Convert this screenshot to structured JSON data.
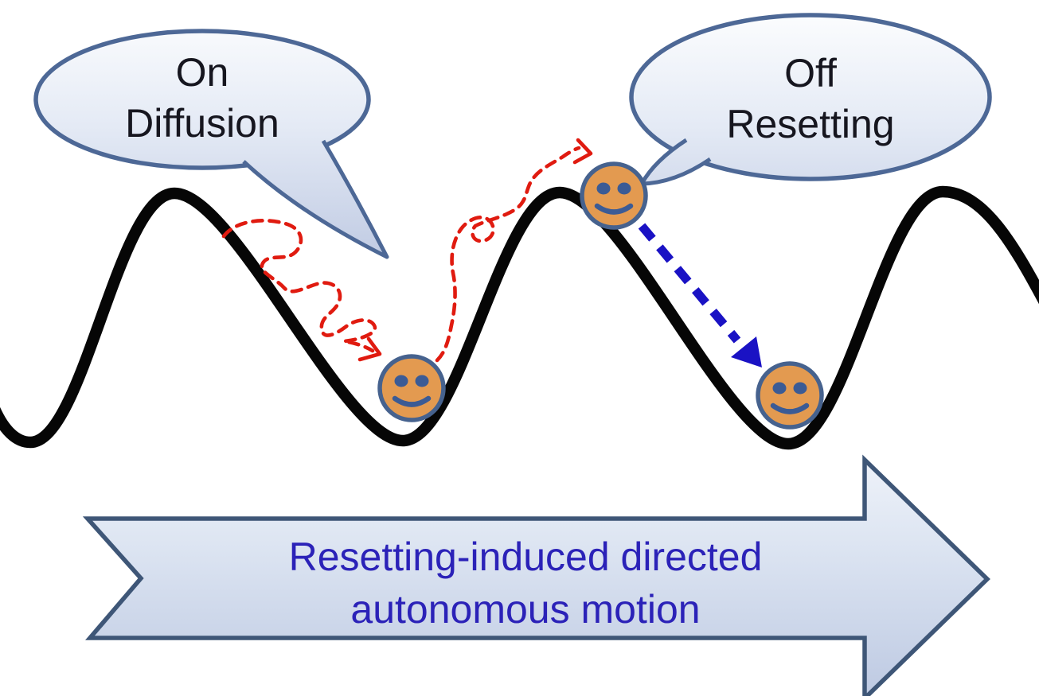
{
  "diagram": {
    "speech_bubbles": [
      {
        "id": "on-diffusion",
        "line1": "On",
        "line2": "Diffusion"
      },
      {
        "id": "off-resetting",
        "line1": "Off",
        "line2": "Resetting"
      }
    ],
    "banner": {
      "line1": "Resetting-induced directed",
      "line2": "autonomous motion"
    },
    "colors": {
      "background": "#ffffff",
      "potential_curve": "#060606",
      "diffusion_path_red": "#e01b10",
      "resetting_arrow_blue": "#1a12c4",
      "particle_fill": "#e39a50",
      "particle_border": "#46628e",
      "particle_features": "#3b5b95",
      "bubble_border": "#4d6896",
      "bubble_fill_top": "#fcfdfe",
      "bubble_fill_bottom": "#bec9e2",
      "banner_border": "#3e5677",
      "banner_text": "#2b22b8",
      "bubble_text": "#16161f"
    }
  }
}
